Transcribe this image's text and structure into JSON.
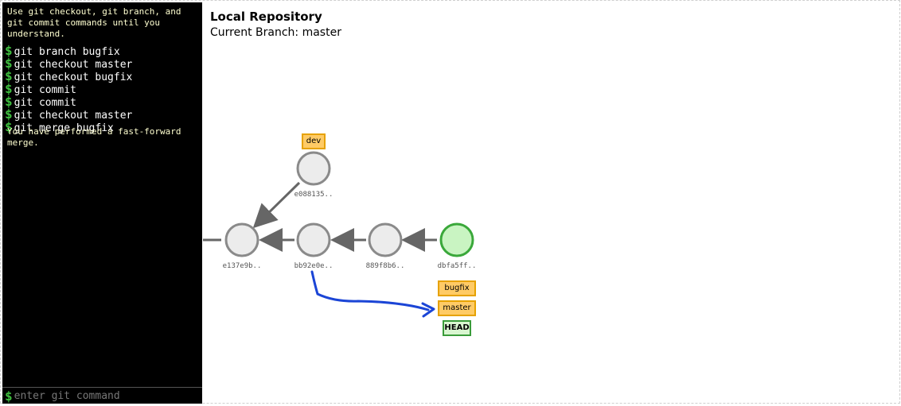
{
  "terminal": {
    "intro": "Use git checkout, git branch, and git commit commands until you understand.",
    "prompt_symbol": "$",
    "commands": [
      "git branch bugfix",
      "git checkout master",
      "git checkout bugfix",
      "git commit",
      "git commit",
      "git checkout master",
      "git merge bugfix"
    ],
    "result": "You have performed a fast-forward merge.",
    "input_placeholder": "enter git command"
  },
  "repository": {
    "title": "Local Repository",
    "current_branch": "Current Branch: master"
  },
  "commits": [
    {
      "id": "e137e9b..",
      "style": "normal"
    },
    {
      "id": "bb92e0e..",
      "style": "normal"
    },
    {
      "id": "889f8b6..",
      "style": "normal"
    },
    {
      "id": "dbfa5ff..",
      "style": "head"
    },
    {
      "id": "e088135..",
      "style": "normal"
    }
  ],
  "branches": {
    "dev": "dev",
    "bugfix": "bugfix",
    "master": "master",
    "head": "HEAD"
  },
  "colors": {
    "commit_fill": "#ececec",
    "commit_stroke": "#8a8a8a",
    "head_commit_fill": "#c9f4c2",
    "head_commit_stroke": "#3aa83a",
    "branch_fill": "#ffcb66",
    "annotation": "#1b45d6"
  }
}
